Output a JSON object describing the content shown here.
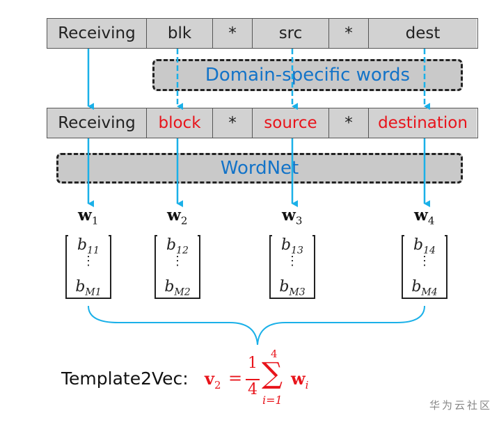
{
  "top_row": [
    "Receiving",
    "blk",
    "*",
    "src",
    "*",
    "dest"
  ],
  "domain_box": "Domain-specific words",
  "middle_row": [
    "Receiving",
    "block",
    "*",
    "source",
    "*",
    "destination"
  ],
  "wordnet_box": "WordNet",
  "vectors": [
    {
      "symbol": "w",
      "index": "1",
      "top": "b",
      "top_sub": "11",
      "dots": "⋮",
      "bottom": "b",
      "bottom_sub": "M1"
    },
    {
      "symbol": "w",
      "index": "2",
      "top": "b",
      "top_sub": "12",
      "dots": "⋮",
      "bottom": "b",
      "bottom_sub": "M2"
    },
    {
      "symbol": "w",
      "index": "3",
      "top": "b",
      "top_sub": "13",
      "dots": "⋮",
      "bottom": "b",
      "bottom_sub": "M3"
    },
    {
      "symbol": "w",
      "index": "4",
      "top": "b",
      "top_sub": "14",
      "dots": "⋮",
      "bottom": "b",
      "bottom_sub": "M4"
    }
  ],
  "template_label": "Template2Vec:",
  "formula": {
    "lhs": "v",
    "lhs_sub": "2",
    "equals": "=",
    "numerator": "1",
    "denominator": "4",
    "sum": "∑",
    "sum_top": "4",
    "sum_bottom": "i=1",
    "term": "w",
    "term_sub": "i"
  },
  "watermark": "华为云社区",
  "colors": {
    "arrow": "#1ab0e8",
    "red_text": "#e8141b",
    "blue_text": "#1373c8",
    "cell_fill": "#d2d2d2",
    "dashed_fill": "#c9c9c9"
  }
}
